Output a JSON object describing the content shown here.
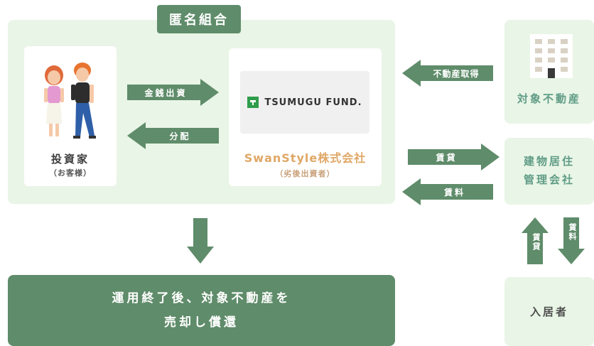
{
  "structure": {
    "group_label": "匿名組合"
  },
  "investor": {
    "title": "投資家",
    "subtitle": "（お客様）"
  },
  "company": {
    "logo_text": "TSUMUGU FUND.",
    "name": "SwanStyle株式会社",
    "subtitle": "（劣後出資者）"
  },
  "flows": {
    "investment": "金銭出資",
    "distribution": "分配",
    "acquisition": "不動産取得",
    "lease_out": "賃貸",
    "rent_in": "賃料",
    "lease_down": "賃貸",
    "rent_up": "賃料"
  },
  "property": {
    "title": "対象不動産"
  },
  "manager": {
    "line1": "建物居住",
    "line2": "管理会社"
  },
  "tenant": {
    "title": "入居者"
  },
  "outcome": {
    "line1": "運用終了後、対象不動産を",
    "line2": "売却し償還"
  },
  "colors": {
    "panel_bg": "#e9f5e6",
    "accent_green": "#5f8c6a",
    "brand_orange": "#e0a867",
    "teal_text": "#5f9c86"
  }
}
